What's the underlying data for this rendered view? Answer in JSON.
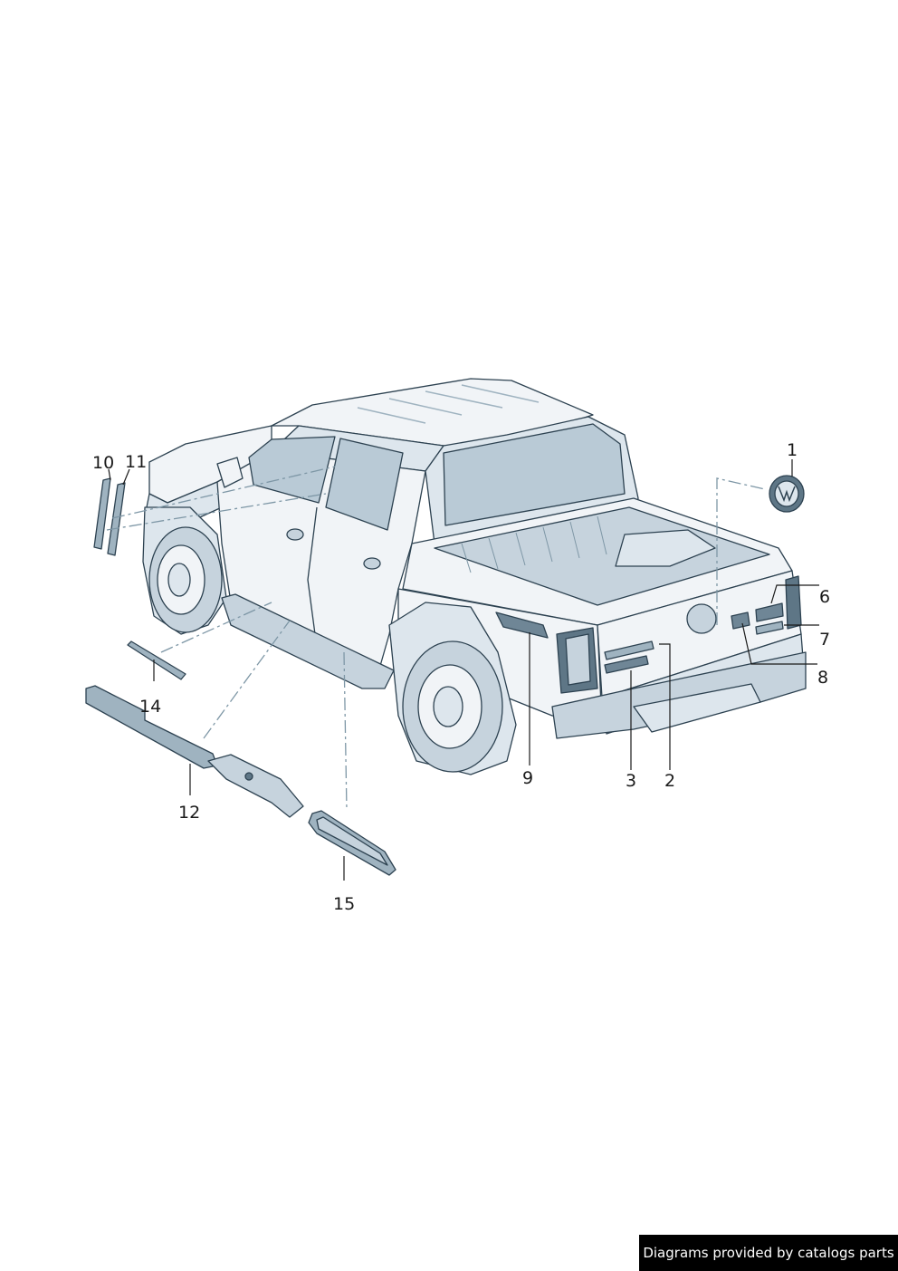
{
  "diagram": {
    "callouts": [
      {
        "id": "1",
        "label": "1"
      },
      {
        "id": "2",
        "label": "2"
      },
      {
        "id": "3",
        "label": "3"
      },
      {
        "id": "6",
        "label": "6"
      },
      {
        "id": "7",
        "label": "7"
      },
      {
        "id": "8",
        "label": "8"
      },
      {
        "id": "9",
        "label": "9"
      },
      {
        "id": "10",
        "label": "10"
      },
      {
        "id": "11",
        "label": "11"
      },
      {
        "id": "12",
        "label": "12"
      },
      {
        "id": "14",
        "label": "14"
      },
      {
        "id": "15",
        "label": "15"
      }
    ]
  },
  "footer": {
    "credit": "Diagrams provided by catalogs parts"
  }
}
